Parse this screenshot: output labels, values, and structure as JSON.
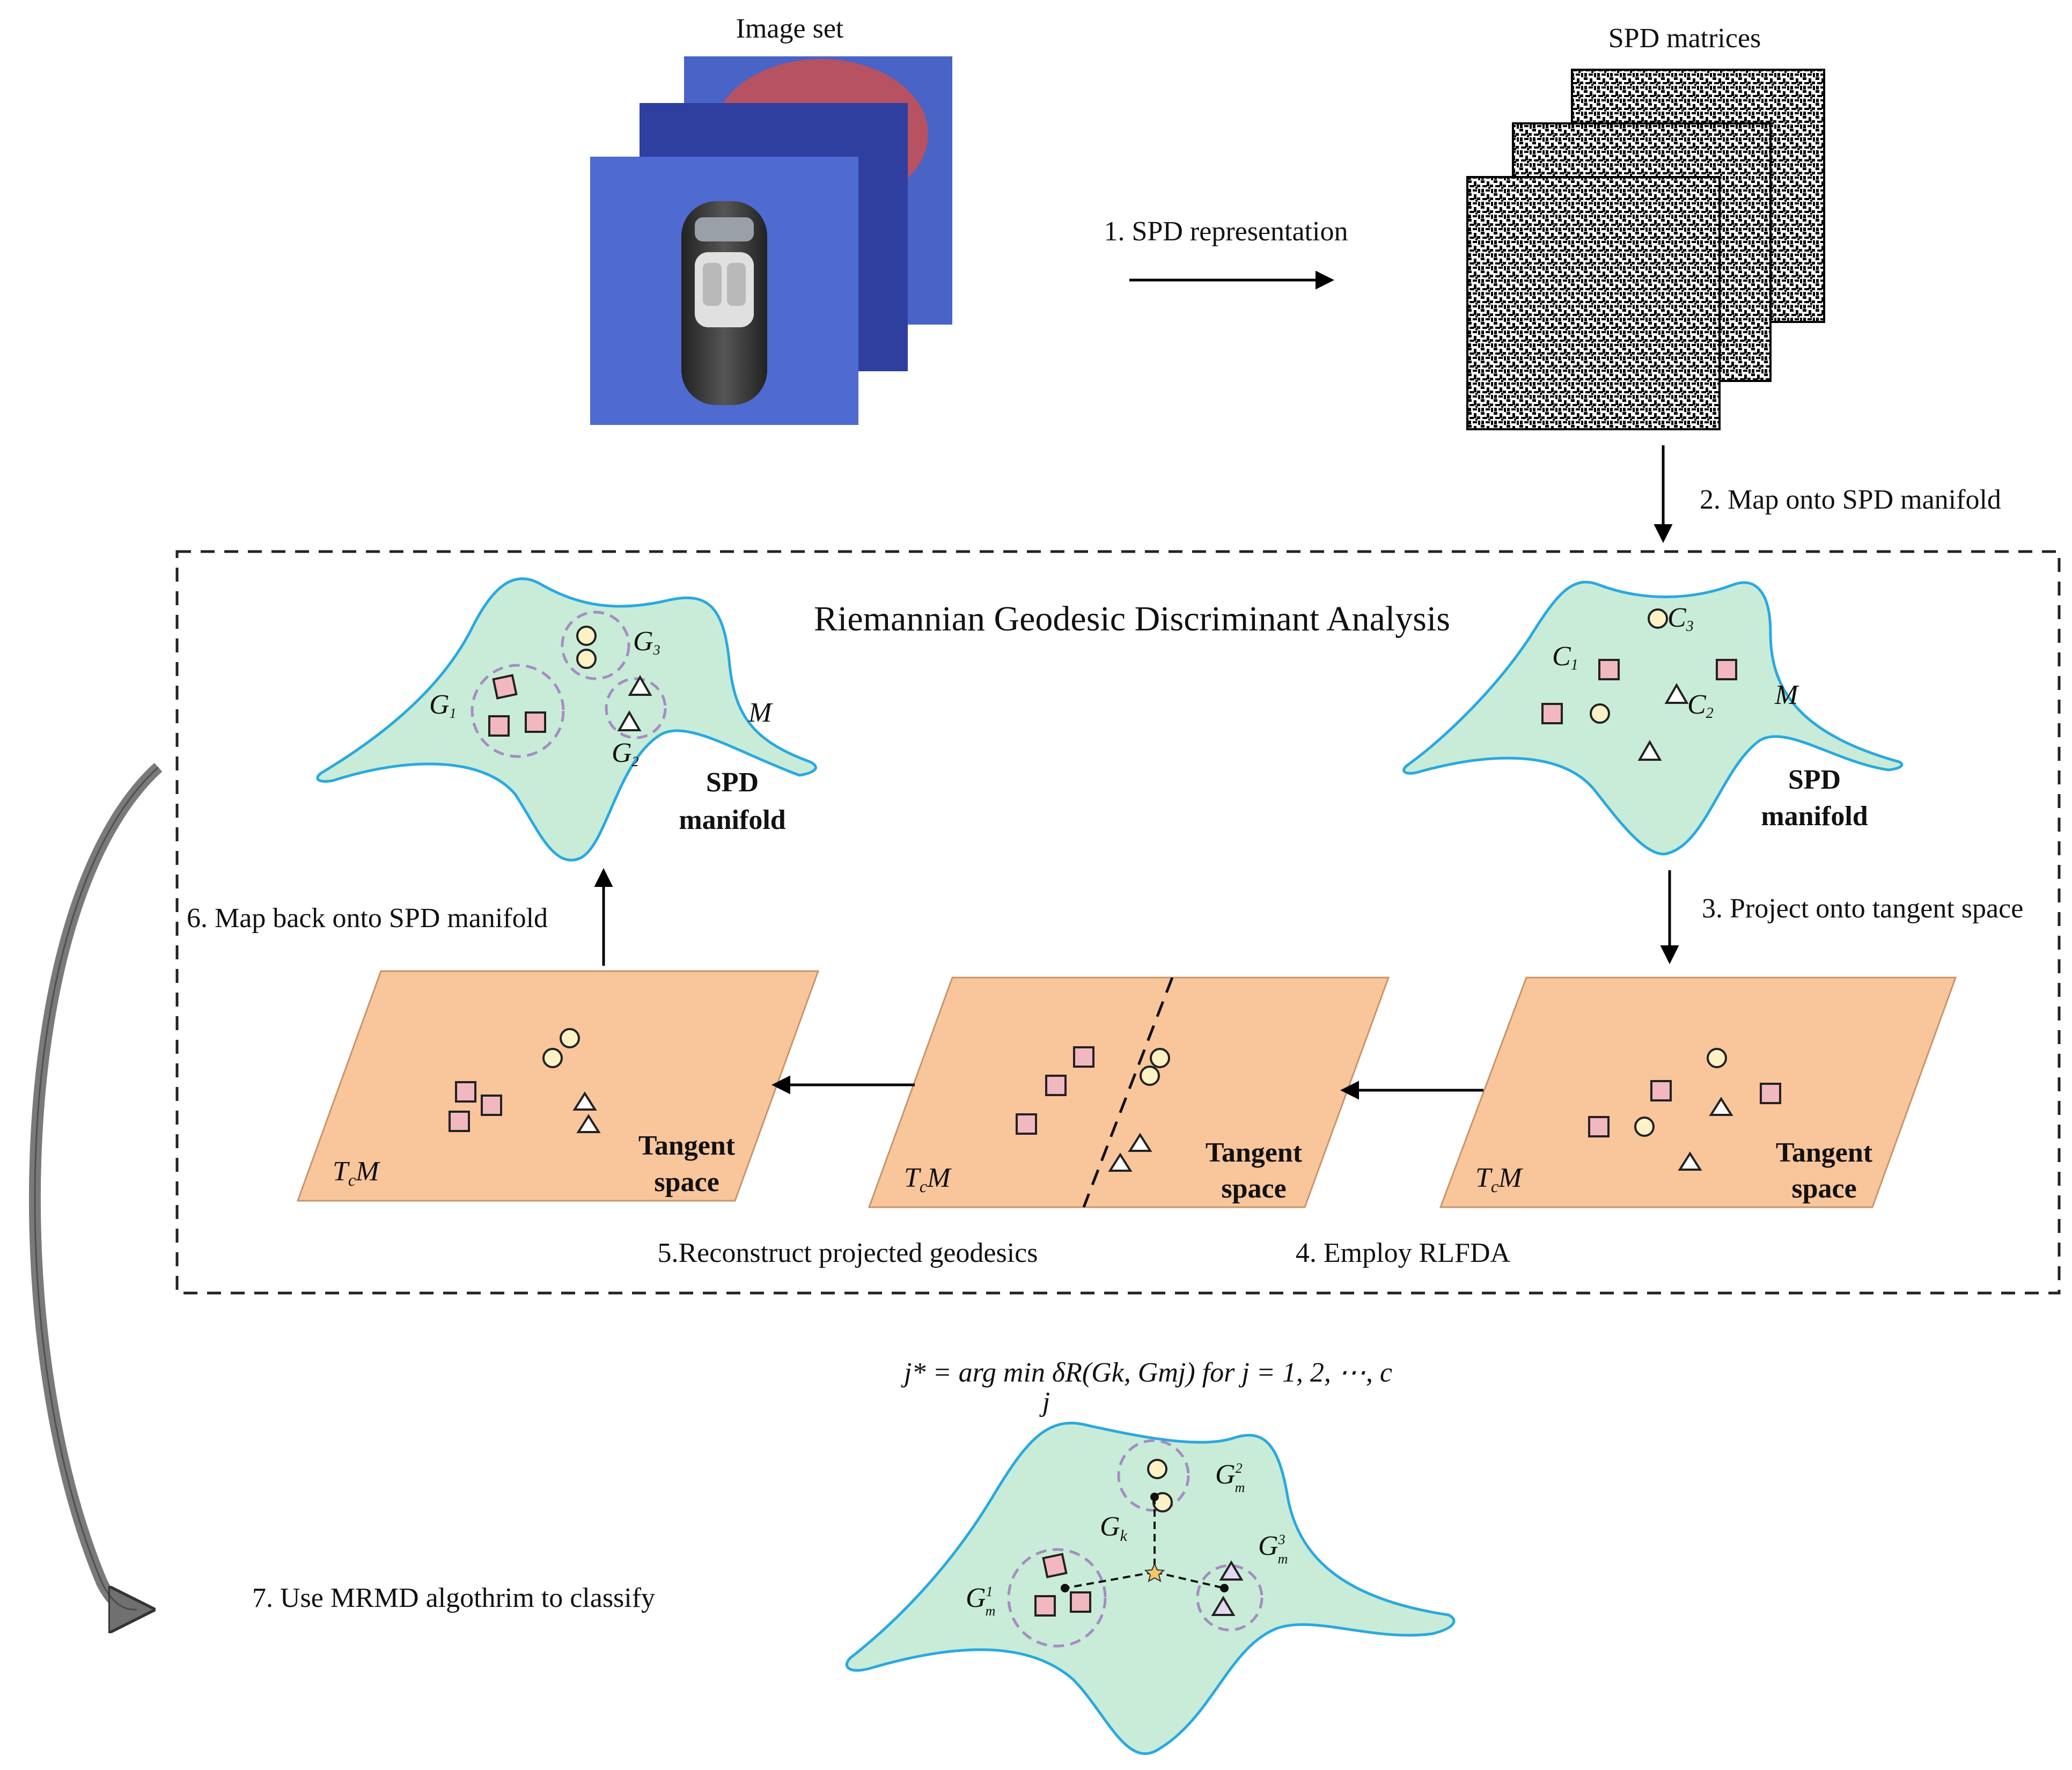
{
  "labels": {
    "image_set": "Image set",
    "spd_matrices": "SPD matrices",
    "step1": "1. SPD representation",
    "step2": "2. Map onto SPD manifold",
    "title": "Riemannian Geodesic Discriminant Analysis",
    "step3": "3. Project onto tangent space",
    "step4": "4. Employ RLFDA",
    "step5": "5.Reconstruct projected geodesics",
    "step6": "6. Map back onto SPD manifold",
    "step7": "7. Use MRMD algothrim to classify",
    "spd_manifold_1": "SPD",
    "spd_manifold_2": "manifold",
    "tangent_1": "Tangent",
    "tangent_2": "space",
    "tcm": "T",
    "tcm_sub": "c",
    "tcm_m": "M",
    "m_symbol": "M",
    "c1": "C",
    "c1_sub": "1",
    "c2": "C",
    "c2_sub": "2",
    "c3": "C",
    "c3_sub": "3",
    "g1": "G",
    "g1_sub": "1",
    "g2": "G",
    "g2_sub": "2",
    "g3": "G",
    "g3_sub": "3",
    "gk": "G",
    "gk_sub": "k",
    "gm": "G",
    "gm_sub": "m",
    "gm1_sup": "1",
    "gm2_sup": "2",
    "gm3_sup": "3",
    "formula": "j* = arg  min δR(Gk, Gmj) for j = 1, 2, ⋯, c",
    "formula_j": "j"
  },
  "colors": {
    "manifold_fill": "#c8ecd8",
    "manifold_stroke": "#2aa9e0",
    "plane_fill": "#f9c59b",
    "square_fill": "#f2b8bf",
    "circle_fill": "#fdf1c6",
    "group_ring": "#a78bc4",
    "photo_blue": "#4a63c6"
  },
  "icons": [
    "car-photo-icon",
    "spd-matrix-noise-icon",
    "square-marker-icon",
    "circle-marker-icon",
    "triangle-marker-icon",
    "star-marker-icon"
  ]
}
